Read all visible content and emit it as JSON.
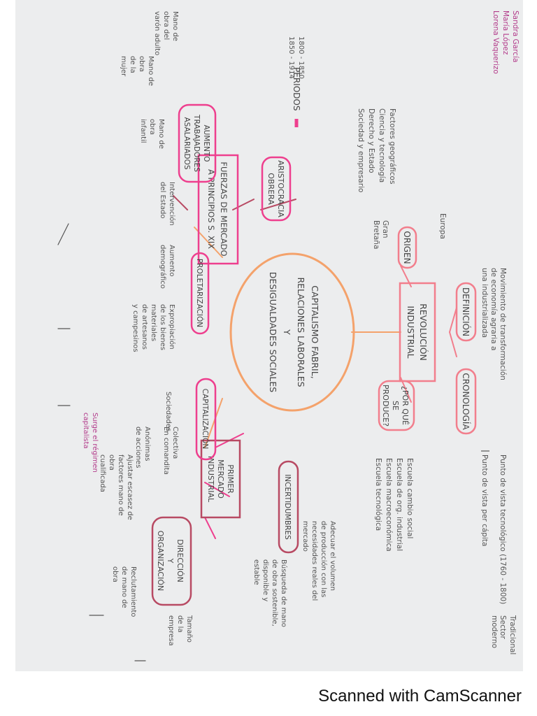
{
  "authors": [
    "Sandra García",
    "María López",
    "Lorena Vaquerizo"
  ],
  "center": {
    "lines": [
      "CAPITALISMO FABRIL,",
      "RELACIONES LABORALES",
      "Y",
      "DESIGUALDADES SOCIALES"
    ]
  },
  "revolucion": {
    "title": [
      "REVOLUCIÓN",
      "INDUSTRIAL"
    ],
    "definicion": {
      "label": "DEFINICIÓN",
      "notes": [
        "Movimiento de transformación",
        "de economía agraria a",
        "una industrializada"
      ]
    },
    "origen": {
      "label": "ORIGEN",
      "places": [
        "Europa",
        "Gran",
        "Bretaña"
      ],
      "factors": [
        "Factores geográficos",
        "Ciencia y tecnología",
        "Derecho y Estado",
        "Sociedad y empresario"
      ]
    },
    "cronologia": {
      "label": "CRONOLOGÍA",
      "notes": [
        "Punto de vista tecnológico (1760 - 1800)",
        "Punto de vista per cápita",
        "Tradicional",
        "Sector",
        "moderno"
      ]
    },
    "porque": {
      "label": [
        "¿POR QUÉ",
        "SE",
        "PRODUCE?"
      ],
      "schools": [
        "Escuela cambio social",
        "Escuela de org. industrial",
        "Escuela macroeconómica",
        "Escuela tecnológica"
      ]
    }
  },
  "fuerzas": {
    "title": [
      "FUERZAS DE MERCADO",
      "A PRINCIPIOS S. XIX"
    ],
    "periodos": {
      "label": "PERIODOS",
      "ranges": [
        "1800 - 1850",
        "1850 - 1914"
      ]
    },
    "aristocracia": {
      "label": [
        "ARISTOCRACIA",
        "OBRERA"
      ]
    },
    "aumento": {
      "label": [
        "AUMENTO",
        "TRABAJADORES",
        "ASALARIADOS"
      ],
      "notes": [
        "Mano de",
        "obra del",
        "varón adulto",
        "Mano de",
        "obra",
        "de la",
        "mujer",
        "Mano de",
        "obra",
        "infantil"
      ]
    },
    "proletarizacion": {
      "label": "PROLETARIZACIÓN",
      "notes": [
        "Intervención",
        "del Estado",
        "Aumento",
        "demográfico",
        "Expropiación",
        "de los bienes",
        "materiales",
        "de artesanos",
        "y campesinos"
      ]
    }
  },
  "primer": {
    "title": [
      "PRIMER",
      "MERCADO",
      "INDUSTRIAL"
    ],
    "capitalizacion": {
      "label": "CAPITALIZACIÓN",
      "notes": [
        "Sociedades",
        "Colectiva",
        "En comandita",
        "Anónimas",
        "de acciones",
        "Surge el régimen",
        "capitalista"
      ]
    },
    "direccion": {
      "label": [
        "DIRECCIÓN",
        "Y",
        "ORGANIZACIÓN"
      ],
      "notes": [
        "Tamaño",
        "de la",
        "empresa",
        "Reclutamiento",
        "de mano de",
        "obra",
        "Ajustar escasez de",
        "factores mano de",
        "obra",
        "cualificada"
      ]
    },
    "incertidumbres": {
      "label": "INCERTIDUMBRES",
      "notes": [
        "Adecuar el volumen",
        "de producción con las",
        "necesidades reales del",
        "mercado",
        "Búsqueda de mano",
        "de obra sostenible,",
        "disponible y",
        "estable"
      ]
    }
  },
  "footer": {
    "text": "Scanned with CamScanner"
  }
}
